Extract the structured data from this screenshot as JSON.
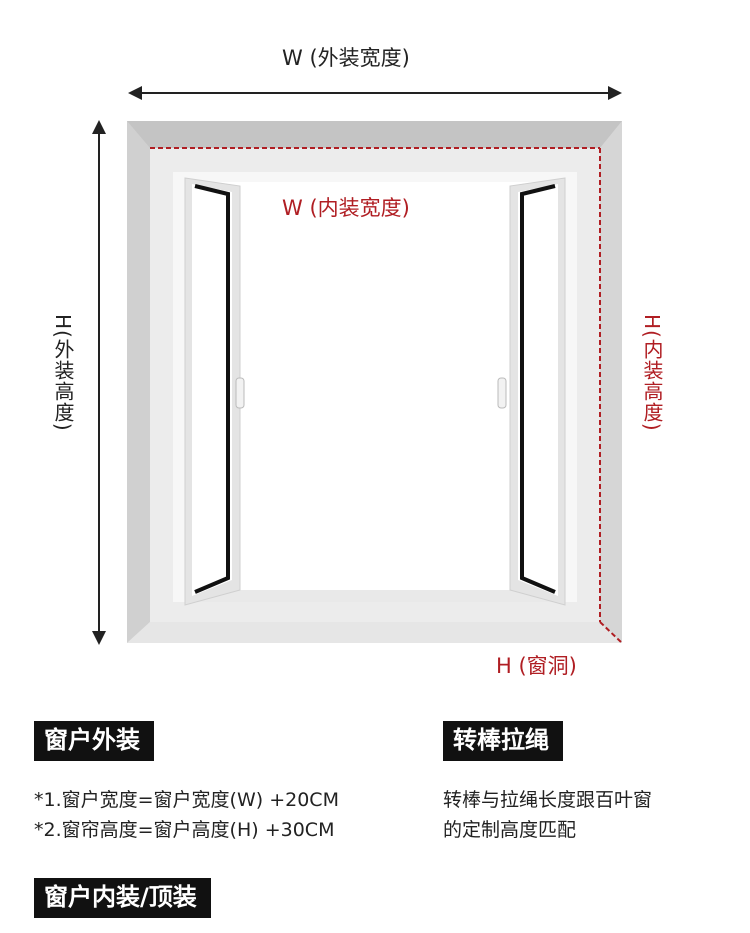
{
  "diagram": {
    "outer_width_label": "W (外装宽度)",
    "inner_width_label": "W (内装宽度)",
    "outer_height_label": "H(外装高度)",
    "inner_height_label": "H(内装高度)",
    "opening_height_label": "H (窗洞)"
  },
  "sections": {
    "outside_mount": {
      "title": "窗户外装",
      "lines": [
        "*1.窗户宽度=窗户宽度(W) +20CM",
        "*2.窗帘高度=窗户高度(H) +30CM"
      ]
    },
    "wand_cord": {
      "title": "转棒拉绳",
      "lines": [
        "转棒与拉绳长度跟百叶窗",
        "的定制高度匹配"
      ]
    },
    "inside_mount": {
      "title": "窗户内装/顶装"
    }
  },
  "colors": {
    "accent_red": "#b01e23",
    "frame_grey": "#d9d9d9",
    "tag_black": "#111111"
  }
}
